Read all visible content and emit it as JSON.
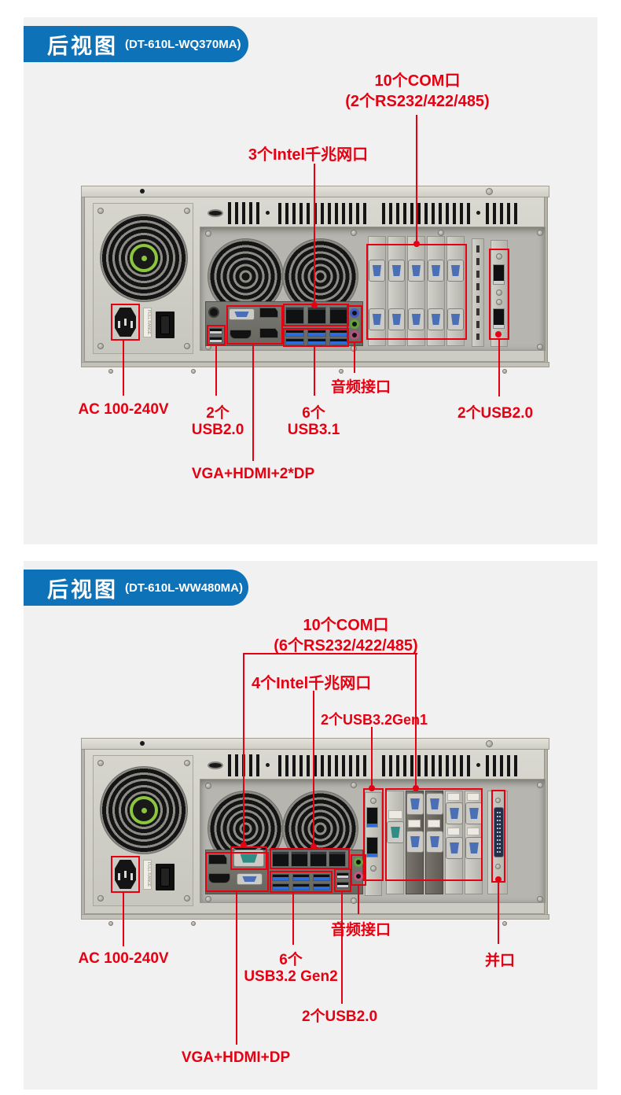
{
  "colors": {
    "accent_blue": "#0e72b9",
    "annotation_red": "#e60012"
  },
  "sections": [
    {
      "badge": {
        "title": "后视图",
        "model": "(DT-610L-WQ370MA)"
      },
      "psu_label": "FULL RANGE",
      "callouts": {
        "com_line1": "10个COM口",
        "com_line2": "(2个RS232/422/485)",
        "lan": "3个Intel千兆网口",
        "audio": "音频接口",
        "ac": "AC 100-240V",
        "usb2_left_1": "2个",
        "usb2_left_2": "USB2.0",
        "usb3_1": "6个",
        "usb3_2": "USB3.1",
        "display": "VGA+HDMI+2*DP",
        "usb2_right": "2个USB2.0"
      }
    },
    {
      "badge": {
        "title": "后视图",
        "model": "(DT-610L-WW480MA)"
      },
      "psu_label": "FULL RANGE",
      "callouts": {
        "com_line1": "10个COM口",
        "com_line2": "(6个RS232/422/485)",
        "lan": "4个Intel千兆网口",
        "usb32gen1": "2个USB3.2Gen1",
        "audio": "音频接口",
        "ac": "AC 100-240V",
        "usb32gen2_1": "6个",
        "usb32gen2_2": "USB3.2 Gen2",
        "usb2": "2个USB2.0",
        "parallel": "并口",
        "display": "VGA+HDMI+DP"
      }
    }
  ]
}
